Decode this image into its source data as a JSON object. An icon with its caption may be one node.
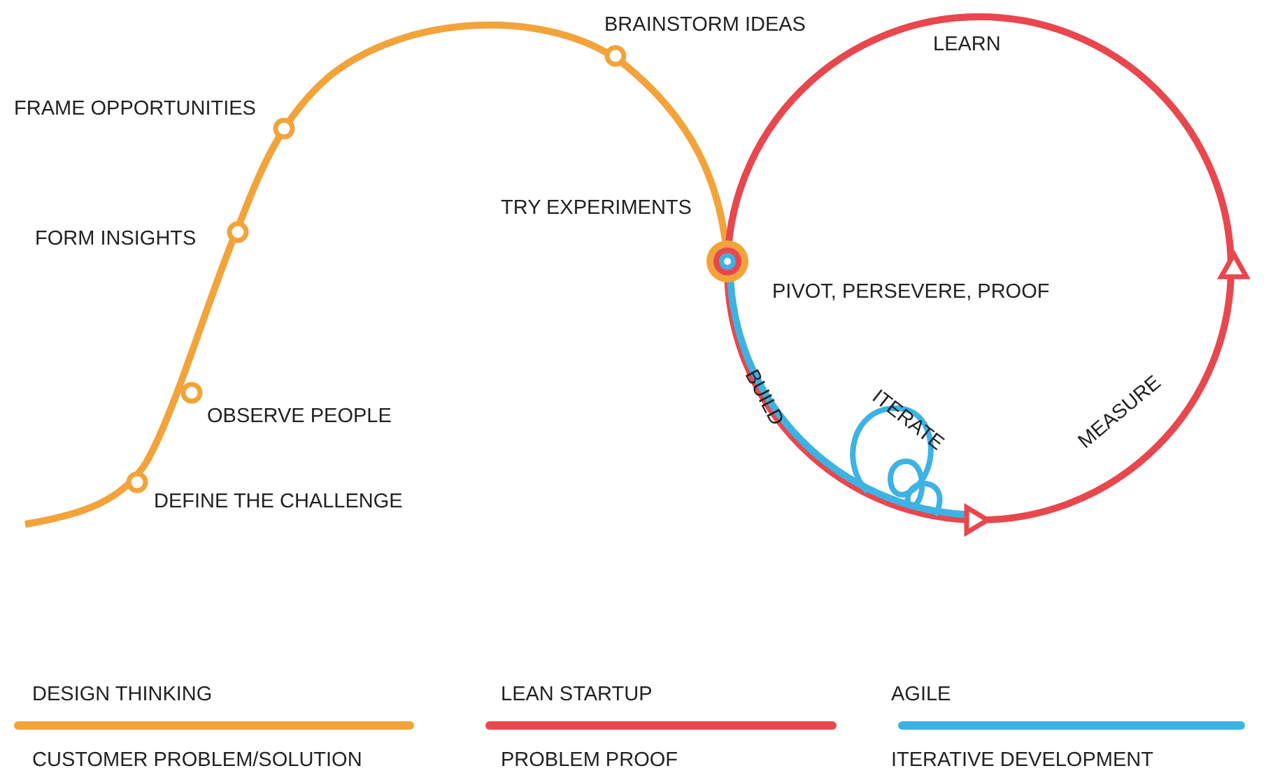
{
  "diagram": {
    "labels": [
      "BRAINSTORM IDEAS",
      "LEARN",
      "FRAME OPPORTUNITIES",
      "TRY EXPERIMENTS",
      "FORM INSIGHTS",
      "PIVOT, PERSEVERE, PROOF",
      "BUILD",
      "ITERATE",
      "OBSERVE PEOPLE",
      "MEASURE",
      "DEFINE THE CHALLENGE",
      "CUSTOMER PROBLEM/SOLUTION",
      "PROBLEM PROOF",
      "ITERATIVE DEVELOPMENT"
    ],
    "legend": [
      {
        "text": "DESIGN THINKING",
        "color": "#f2a33a"
      },
      {
        "text": "LEAN STARTUP",
        "color": "#e8474e"
      },
      {
        "text": "AGILE",
        "color": "#3db3e3"
      }
    ]
  }
}
